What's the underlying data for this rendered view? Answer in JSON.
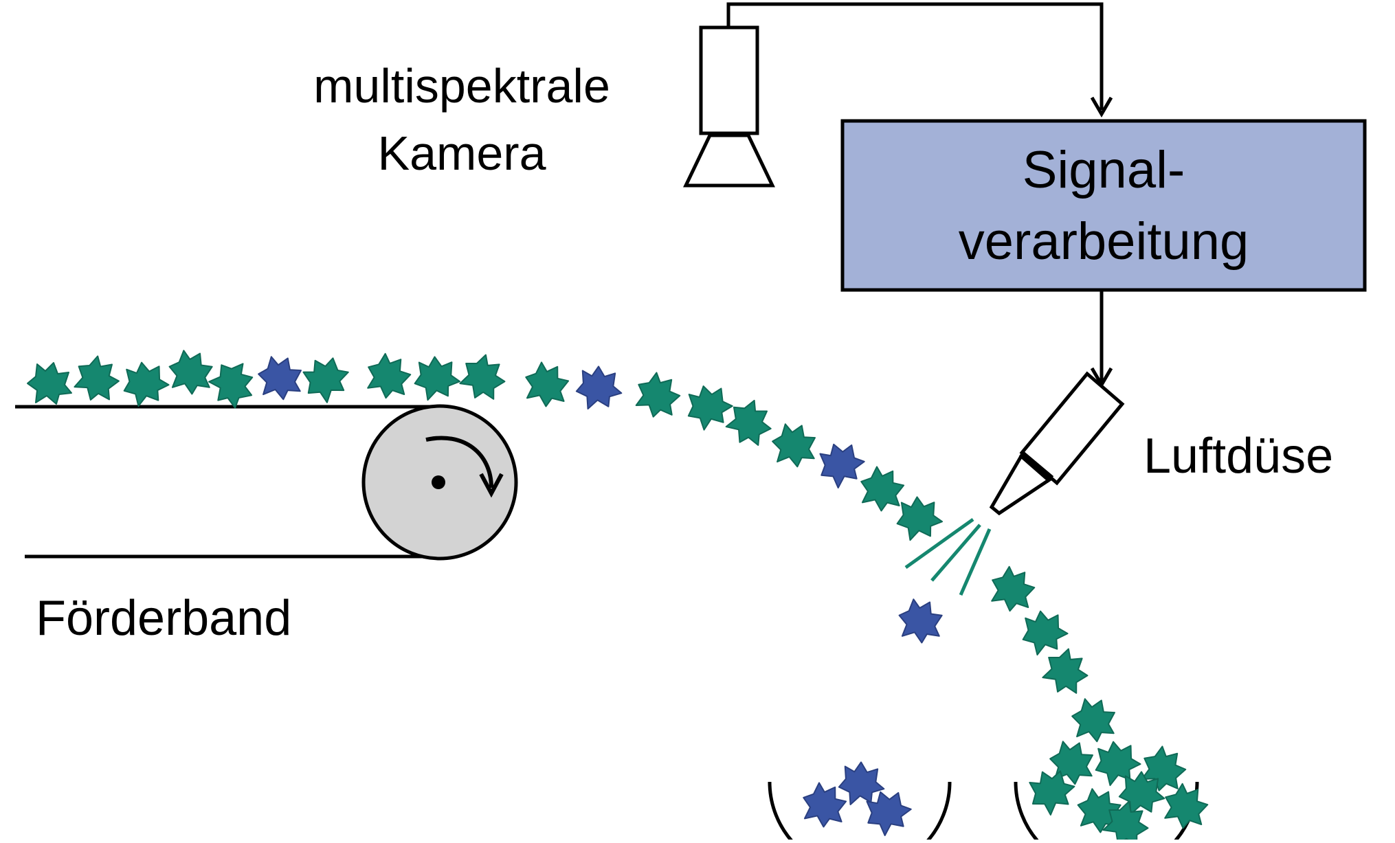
{
  "labels": {
    "camera_line1": "multispektrale",
    "camera_line2": "Kamera",
    "signal_line1": "Signal-",
    "signal_line2": "verarbeitung",
    "nozzle": "Luftdüse",
    "belt": "Förderband"
  },
  "colors": {
    "green_particle": "#15876f",
    "blue_particle": "#3a55a4",
    "signal_box_fill": "#a3b1d7",
    "roller_fill": "#d3d3d3",
    "air_jet": "#15876f",
    "stroke": "#000000"
  },
  "icons": {
    "camera": "camera-icon",
    "nozzle": "air-nozzle-icon",
    "roller": "roller-icon"
  }
}
